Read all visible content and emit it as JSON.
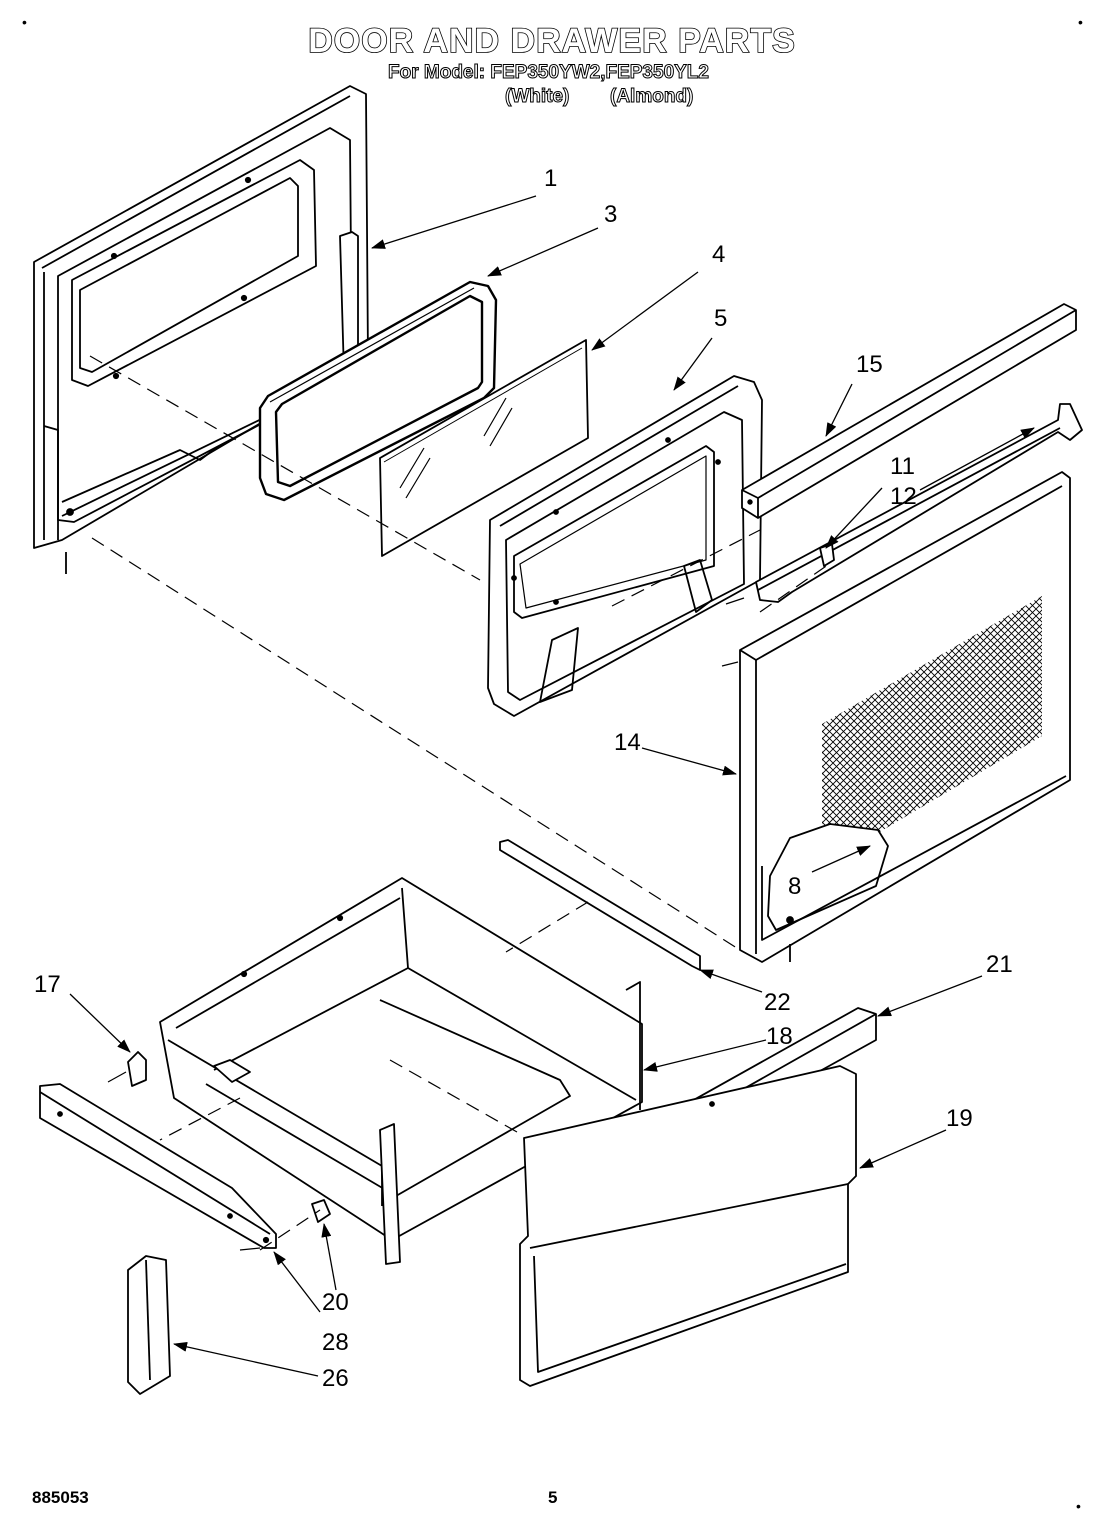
{
  "header": {
    "title": "DOOR AND DRAWER PARTS",
    "model_line": "For Model: FEP350YW2,FEP350YL2",
    "color_white": "(White)",
    "color_almond": "(Almond)"
  },
  "callouts": {
    "p1": "1",
    "p3": "3",
    "p4": "4",
    "p5": "5",
    "p15": "15",
    "p11": "11",
    "p12": "12",
    "p14": "14",
    "p8": "8",
    "p22": "22",
    "p21": "21",
    "p18": "18",
    "p17": "17",
    "p19": "19",
    "p20": "20",
    "p28": "28",
    "p26": "26"
  },
  "footer": {
    "doc_number": "885053",
    "page_number": "5"
  },
  "corner_marks": {
    "tl": "•",
    "tr": "•",
    "br": "•"
  }
}
